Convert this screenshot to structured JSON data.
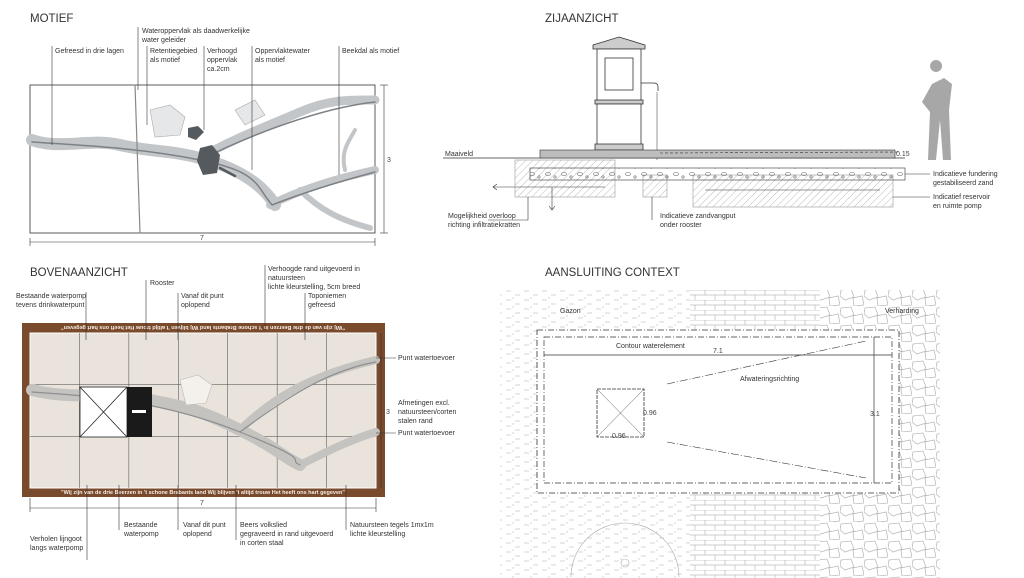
{
  "motief": {
    "title": "MOTIEF",
    "dim_width": "7",
    "dim_height": "3",
    "labels": {
      "gefreesd": [
        "Gefreesd in drie lagen"
      ],
      "wateroppervlak": [
        "Wateroppervlak als daadwerkelijke",
        "water geleider"
      ],
      "retentie": [
        "Retentiegebied",
        "als motief"
      ],
      "verhoogd": [
        "Verhoogd",
        "oppervlak",
        "ca.2cm"
      ],
      "oppervlaktewater": [
        "Oppervlaktewater",
        "als motief"
      ],
      "beekdal": [
        "Beekdal als motief"
      ]
    }
  },
  "zijaanzicht": {
    "title": "ZIJAANZICHT",
    "maaiveld": "Maaiveld",
    "dim_height": "0.15",
    "labels": {
      "overloop": [
        "Mogelijkheid overloop",
        "richting infiltratiekratten"
      ],
      "zandvangput": [
        "Indicatieve zandvangput",
        "onder rooster"
      ],
      "fundering": [
        "Indicatieve fundering",
        "gestabiliseerd zand"
      ],
      "reservoir": [
        "Indicatief reservoir",
        "en ruimte pomp"
      ]
    }
  },
  "bovenaanzicht": {
    "title": "BOVENAANZICHT",
    "dim_width": "7",
    "dim_height": "3",
    "quote": "\"Wij zijn van de drie Beerzen in 't schone Brabants land Wij blijven 't altijd trouw Het heeft ons hart gegeven\"",
    "labels": {
      "waterpomp": [
        "Bestaande waterpomp",
        "tevens drinkwaterpunt"
      ],
      "rooster": [
        "Rooster"
      ],
      "vanaf_top": [
        "Vanaf dit punt",
        "oplopend"
      ],
      "rand": [
        "Verhoogde rand uitgevoerd in",
        "natuursteen",
        "lichte kleurstelling, 5cm breed"
      ],
      "toponiemen": [
        "Toponiemen",
        "gefreesd"
      ],
      "punt1": [
        "Punt watertoevoer"
      ],
      "afmetingen": [
        "Afmetingen excl.",
        "natuursteen/corten",
        "stalen rand"
      ],
      "punt2": [
        "Punt watertoevoer"
      ],
      "lijngoot": [
        "Verholen lijngoot",
        "langs waterpomp"
      ],
      "bestaande": [
        "Bestaande",
        "waterpomp"
      ],
      "vanaf_bottom": [
        "Vanaf dit punt",
        "oplopend"
      ],
      "volkslied": [
        "Beers volkslied",
        "gegraveerd in rand uitgevoerd",
        "in corten staal"
      ],
      "tegels": [
        "Natuursteen tegels 1mx1m",
        "lichte kleurstelling"
      ]
    }
  },
  "context": {
    "title": "AANSLUITING CONTEXT",
    "gazon": "Gazon",
    "verharding": "Verharding",
    "contour": "Contour waterelement",
    "dim_width": "7.1",
    "dim_height": "3.1",
    "afwatering": "Afwateringsrichting",
    "roster_w": "0.96",
    "roster_h": "0.96"
  },
  "colors": {
    "frame": "#7a4a2c",
    "paving": "#e9e3dc",
    "water": "#b8bcbf",
    "water_dark": "#7d8185",
    "town": "#555a5e"
  }
}
